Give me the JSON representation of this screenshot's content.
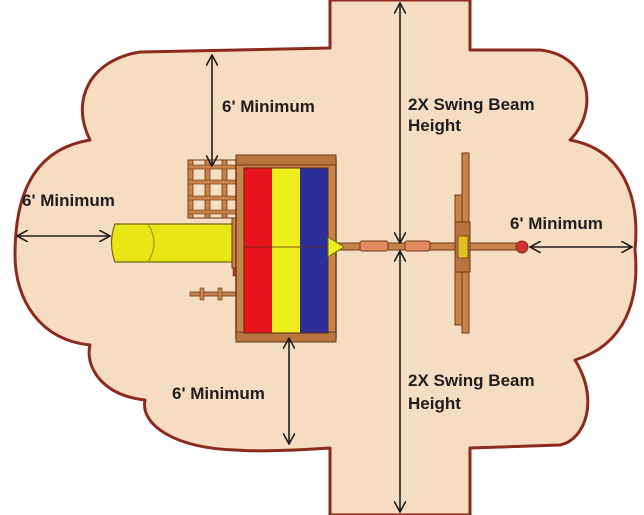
{
  "labels": {
    "top_minimum": "6' Minimum",
    "left_minimum": "6' Minimum",
    "right_minimum": "6' Minimum",
    "bottom_minimum": "6' Minimum",
    "swing_top_line1": "2X Swing Beam",
    "swing_top_line2": "Height",
    "swing_bottom_line1": "2X Swing Beam",
    "swing_bottom_line2": "Height"
  },
  "colors": {
    "safety_zone": "#f6dcc0",
    "outline": "#8c2a1e",
    "wood": "#c8834a",
    "wood_dark": "#6b3a1a",
    "slide": "#e9e615",
    "roof_red": "#e8141c",
    "roof_yellow": "#eeee1e",
    "roof_blue": "#2c2f9a",
    "arrow": "#1e1e1e"
  }
}
